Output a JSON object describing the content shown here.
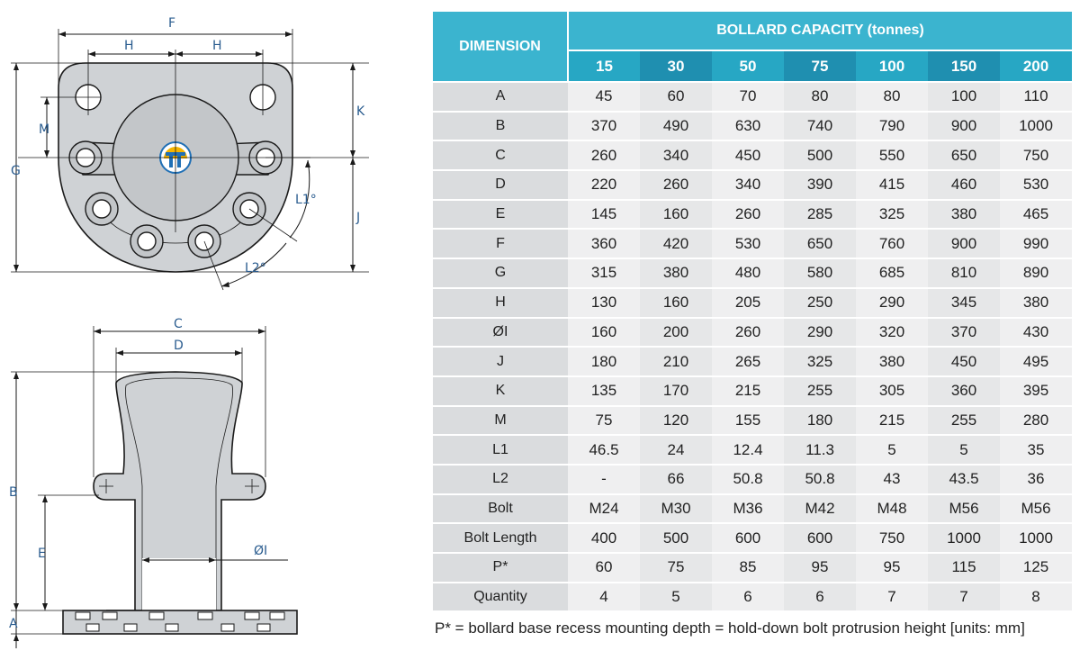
{
  "drawing": {
    "labels": {
      "F": "F",
      "H_left": "H",
      "H_right": "H",
      "M": "M",
      "G": "G",
      "K": "K",
      "J": "J",
      "L1": "L1°",
      "L2": "L2°",
      "C": "C",
      "D": "D",
      "B": "B",
      "E": "E",
      "phiI": "ØI",
      "A": "A"
    }
  },
  "table": {
    "dimension_header": "DIMENSION",
    "capacity_header": "BOLLARD CAPACITY (tonnes)",
    "capacities": [
      "15",
      "30",
      "50",
      "75",
      "100",
      "150",
      "200"
    ],
    "rows": [
      {
        "label": "A",
        "values": [
          "45",
          "60",
          "70",
          "80",
          "80",
          "100",
          "110"
        ]
      },
      {
        "label": "B",
        "values": [
          "370",
          "490",
          "630",
          "740",
          "790",
          "900",
          "1000"
        ]
      },
      {
        "label": "C",
        "values": [
          "260",
          "340",
          "450",
          "500",
          "550",
          "650",
          "750"
        ]
      },
      {
        "label": "D",
        "values": [
          "220",
          "260",
          "340",
          "390",
          "415",
          "460",
          "530"
        ]
      },
      {
        "label": "E",
        "values": [
          "145",
          "160",
          "260",
          "285",
          "325",
          "380",
          "465"
        ]
      },
      {
        "label": "F",
        "values": [
          "360",
          "420",
          "530",
          "650",
          "760",
          "900",
          "990"
        ]
      },
      {
        "label": "G",
        "values": [
          "315",
          "380",
          "480",
          "580",
          "685",
          "810",
          "890"
        ]
      },
      {
        "label": "H",
        "values": [
          "130",
          "160",
          "205",
          "250",
          "290",
          "345",
          "380"
        ]
      },
      {
        "label": "ØI",
        "values": [
          "160",
          "200",
          "260",
          "290",
          "320",
          "370",
          "430"
        ]
      },
      {
        "label": "J",
        "values": [
          "180",
          "210",
          "265",
          "325",
          "380",
          "450",
          "495"
        ]
      },
      {
        "label": "K",
        "values": [
          "135",
          "170",
          "215",
          "255",
          "305",
          "360",
          "395"
        ]
      },
      {
        "label": "M",
        "values": [
          "75",
          "120",
          "155",
          "180",
          "215",
          "255",
          "280"
        ]
      },
      {
        "label": "L1",
        "values": [
          "46.5",
          "24",
          "12.4",
          "11.3",
          "5",
          "5",
          "35"
        ]
      },
      {
        "label": "L2",
        "values": [
          "-",
          "66",
          "50.8",
          "50.8",
          "43",
          "43.5",
          "36"
        ]
      },
      {
        "label": "Bolt",
        "values": [
          "M24",
          "M30",
          "M36",
          "M42",
          "M48",
          "M56",
          "M56"
        ]
      },
      {
        "label": "Bolt Length",
        "values": [
          "400",
          "500",
          "600",
          "600",
          "750",
          "1000",
          "1000"
        ]
      },
      {
        "label": "P*",
        "values": [
          "60",
          "75",
          "85",
          "95",
          "95",
          "115",
          "125"
        ]
      },
      {
        "label": "Quantity",
        "values": [
          "4",
          "5",
          "6",
          "6",
          "7",
          "7",
          "8"
        ]
      }
    ],
    "footnote": "P* = bollard base recess mounting depth = hold-down bolt protrusion height [units: mm]"
  },
  "colors": {
    "header_teal": "#3bb4cf",
    "header_dark": "#1f8fb0",
    "label_gray": "#dadcde",
    "dimension_text": "#2a5c8f",
    "logo_blue": "#1f6fb5",
    "logo_yellow": "#f4b400"
  },
  "icons": {
    "logo": "company-logo-icon"
  }
}
